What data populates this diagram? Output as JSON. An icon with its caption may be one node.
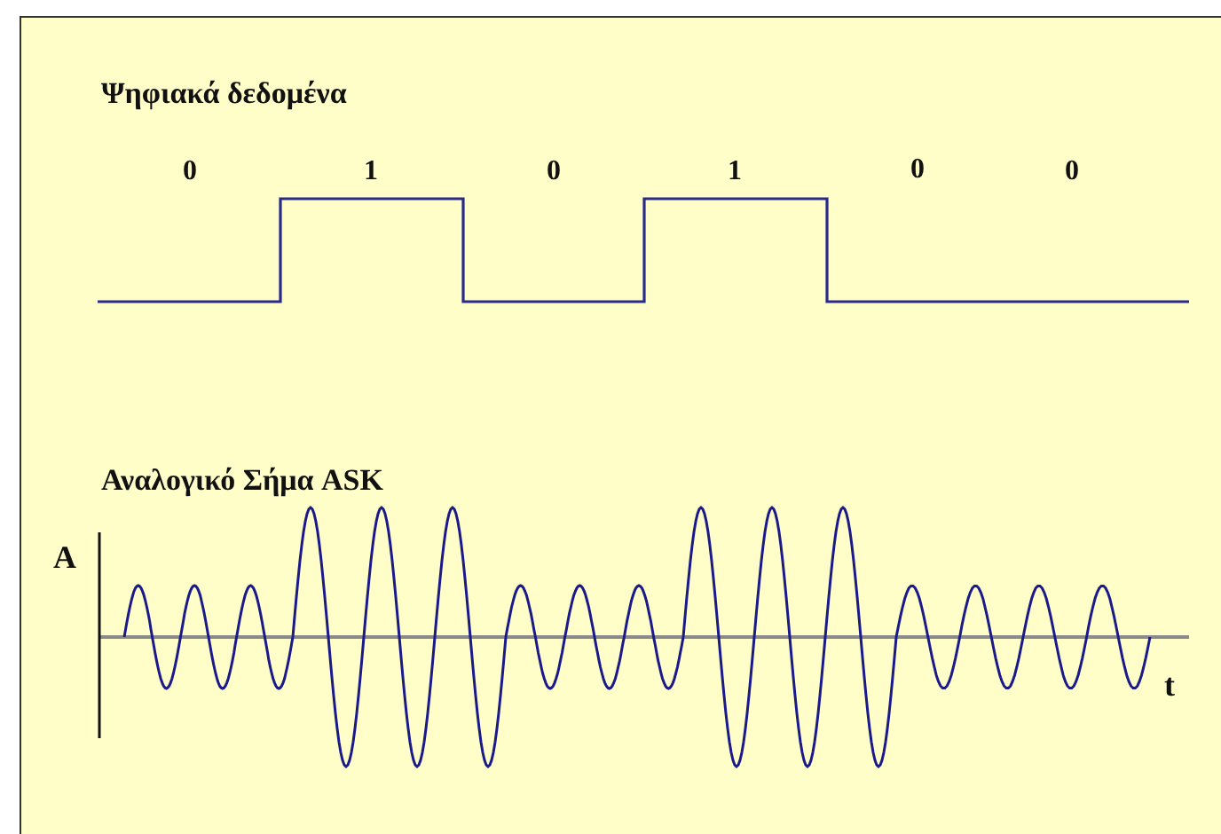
{
  "diagram": {
    "labels": [
      "Ψηφιακά δεδομένα",
      "0",
      "1",
      "0",
      "1",
      "0",
      "0",
      "Αναλογικό Σήμα ASK",
      "A",
      "t"
    ]
  }
}
